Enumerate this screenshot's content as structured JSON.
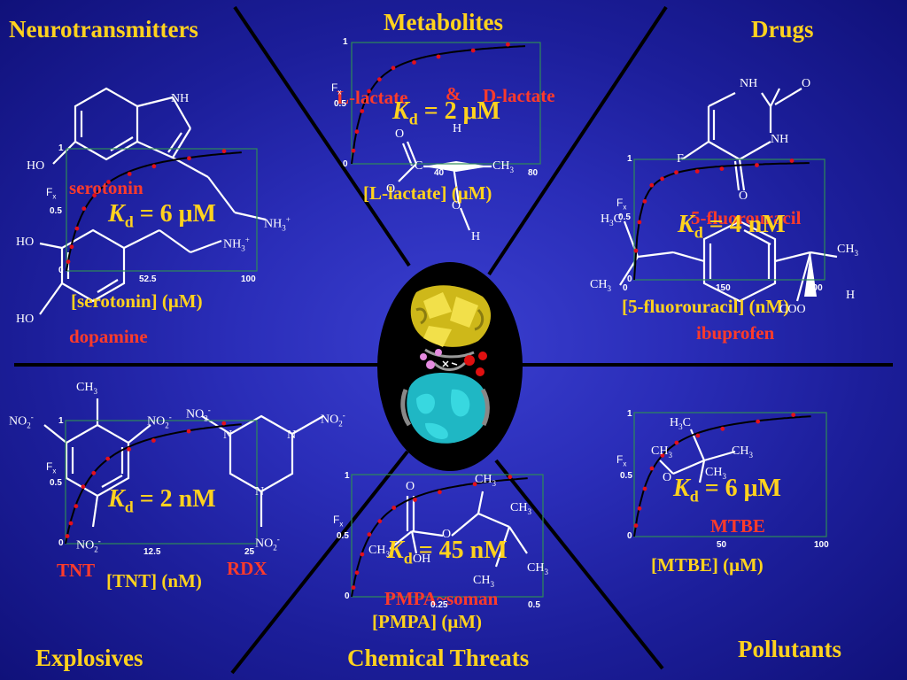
{
  "titles": {
    "neurotransmitters": "Neurotransmitters",
    "metabolites": "Metabolites",
    "drugs": "Drugs",
    "explosives": "Explosives",
    "chemical_threats": "Chemical Threats",
    "pollutants": "Pollutants"
  },
  "panels": {
    "neuro": {
      "kd_prefix": "K",
      "kd_sub": "d",
      "kd_value": "= 6 μM",
      "xlabel": "[serotonin] (μM)",
      "names": [
        "serotonin",
        "dopamine"
      ],
      "y_ticks": [
        "1",
        "0.5",
        "0"
      ],
      "x_ticks": [
        "52.5",
        "100"
      ],
      "fx": "F",
      "fx_sub": "x"
    },
    "metab": {
      "kd_prefix": "K",
      "kd_sub": "d",
      "kd_value": "= 2 μM",
      "xlabel": "[L-lactate] (μM)",
      "names": [
        "L-lactate",
        "&",
        "D-lactate"
      ],
      "y_ticks": [
        "1",
        "0.5",
        "0"
      ],
      "x_ticks": [
        "40",
        "80"
      ],
      "fx": "F",
      "fx_sub": "x"
    },
    "drugs": {
      "kd_prefix": "K",
      "kd_sub": "d",
      "kd_value": "= 4 nM",
      "xlabel": "[5-fluorouracil] (nM)",
      "names": [
        "5-fluorouracil",
        "ibuprofen"
      ],
      "y_ticks": [
        "1",
        "0.5",
        "0"
      ],
      "x_ticks": [
        "0",
        "150",
        "300"
      ],
      "fx": "F",
      "fx_sub": "x"
    },
    "explo": {
      "kd_prefix": "K",
      "kd_sub": "d",
      "kd_value": "= 2 nM",
      "xlabel": "[TNT] (nM)",
      "names": [
        "TNT",
        "RDX"
      ],
      "y_ticks": [
        "1",
        "0.5",
        "0"
      ],
      "x_ticks": [
        "12.5",
        "25"
      ],
      "fx": "F",
      "fx_sub": "x"
    },
    "chem": {
      "kd_prefix": "K",
      "kd_sub": "d",
      "kd_value": "= 45 nM",
      "xlabel": "[PMPA] (μM)",
      "names": [
        "PMPA~soman"
      ],
      "y_ticks": [
        "1",
        "0.5",
        "0"
      ],
      "x_ticks": [
        "0.25",
        "0.5"
      ],
      "fx": "F",
      "fx_sub": "x"
    },
    "poll": {
      "kd_prefix": "K",
      "kd_sub": "d",
      "kd_value": "= 6 μM",
      "xlabel": "[MTBE] (μM)",
      "names": [
        "MTBE"
      ],
      "y_ticks": [
        "1",
        "0.5",
        "0"
      ],
      "x_ticks": [
        "50",
        "100"
      ],
      "fx": "F",
      "fx_sub": "x"
    }
  },
  "chem_labels": {
    "neuro": [
      "NH",
      "HO",
      "NH",
      "3",
      "+",
      "HO",
      "NH",
      "3",
      "+",
      "HO"
    ],
    "metab": [
      "O",
      "C",
      "CH",
      "3",
      "H",
      "O",
      "H",
      "O"
    ],
    "drugs": [
      "NH",
      "O",
      "NH",
      "F",
      "O",
      "H",
      "3",
      "C",
      "CH",
      "3",
      "CH",
      "3",
      "COO",
      "H"
    ],
    "explo": [
      "CH",
      "3",
      "NO",
      "2",
      "-",
      "NO",
      "2",
      "-",
      "NO",
      "2",
      "-",
      "NO",
      "2",
      "-",
      "NO",
      "2",
      "-",
      "N",
      "N",
      "N",
      "NO",
      "2",
      "-"
    ],
    "chem": [
      "O",
      "CH",
      "3",
      "CH",
      "3",
      "O",
      "CH",
      "3",
      "OH",
      "CH",
      "3",
      "CH",
      "3"
    ],
    "poll": [
      "H",
      "3",
      "C",
      "CH",
      "3",
      "CH",
      "3",
      "O",
      "CH",
      "3"
    ]
  },
  "colors": {
    "title": "#ffd21e",
    "name": "#ff3b2a",
    "curve": "#000000",
    "points": "#e3101c",
    "frame": "#2e8b57"
  }
}
